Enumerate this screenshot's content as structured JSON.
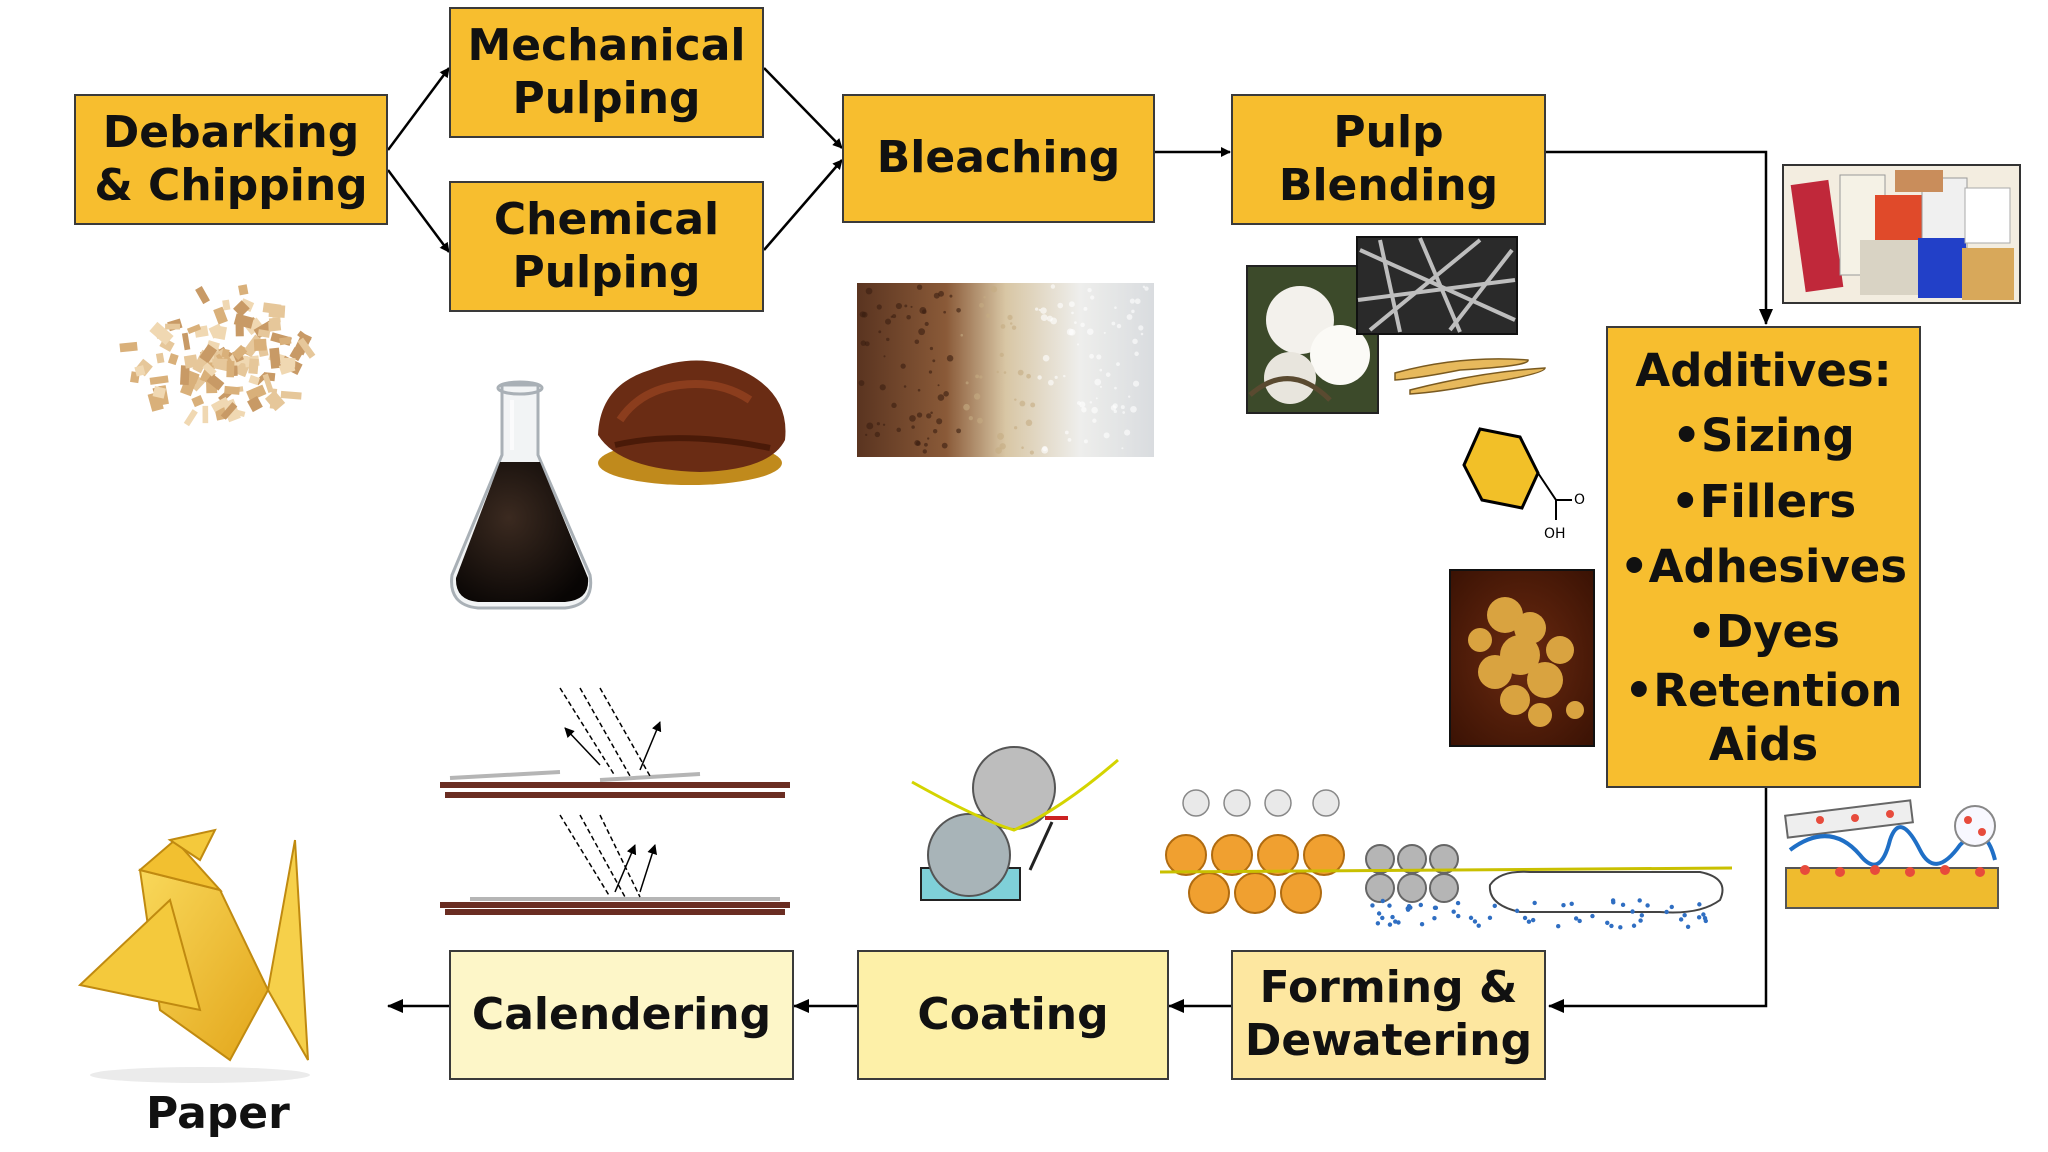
{
  "colors": {
    "box_gold": "#f7be2f",
    "box_pale": "#fdf6c8",
    "border": "#3a3a3a",
    "arrow": "#000000"
  },
  "diagram": {
    "steps": {
      "debarking": [
        "Debarking",
        "& Chipping"
      ],
      "mechanical": [
        "Mechanical",
        "Pulping"
      ],
      "chemical": [
        "Chemical",
        "Pulping"
      ],
      "bleaching": "Bleaching",
      "blending": [
        "Pulp",
        "Blending"
      ],
      "additives": {
        "title": "Additives:",
        "items": [
          "•Sizing",
          "•Fillers",
          "•Adhesives",
          "•Dyes",
          "•Retention",
          "Aids"
        ]
      },
      "forming": [
        "Forming &",
        "Dewatering"
      ],
      "coating": "Coating",
      "calendering": "Calendering"
    },
    "output_label": "Paper",
    "chem_labels": {
      "o": "O",
      "oh": "OH"
    },
    "illustrations": [
      "wood-chips",
      "black-liquor-flask",
      "brown-pulp",
      "pulp-bleaching-gradient",
      "cotton-boll",
      "fiber-micrograph",
      "fiber-strands",
      "carboxyl-molecule",
      "filler-particle",
      "paper-samples",
      "retention-aid-schematic",
      "forming-rollers",
      "coating-rollers",
      "calender-reflection",
      "paper-crane"
    ]
  }
}
